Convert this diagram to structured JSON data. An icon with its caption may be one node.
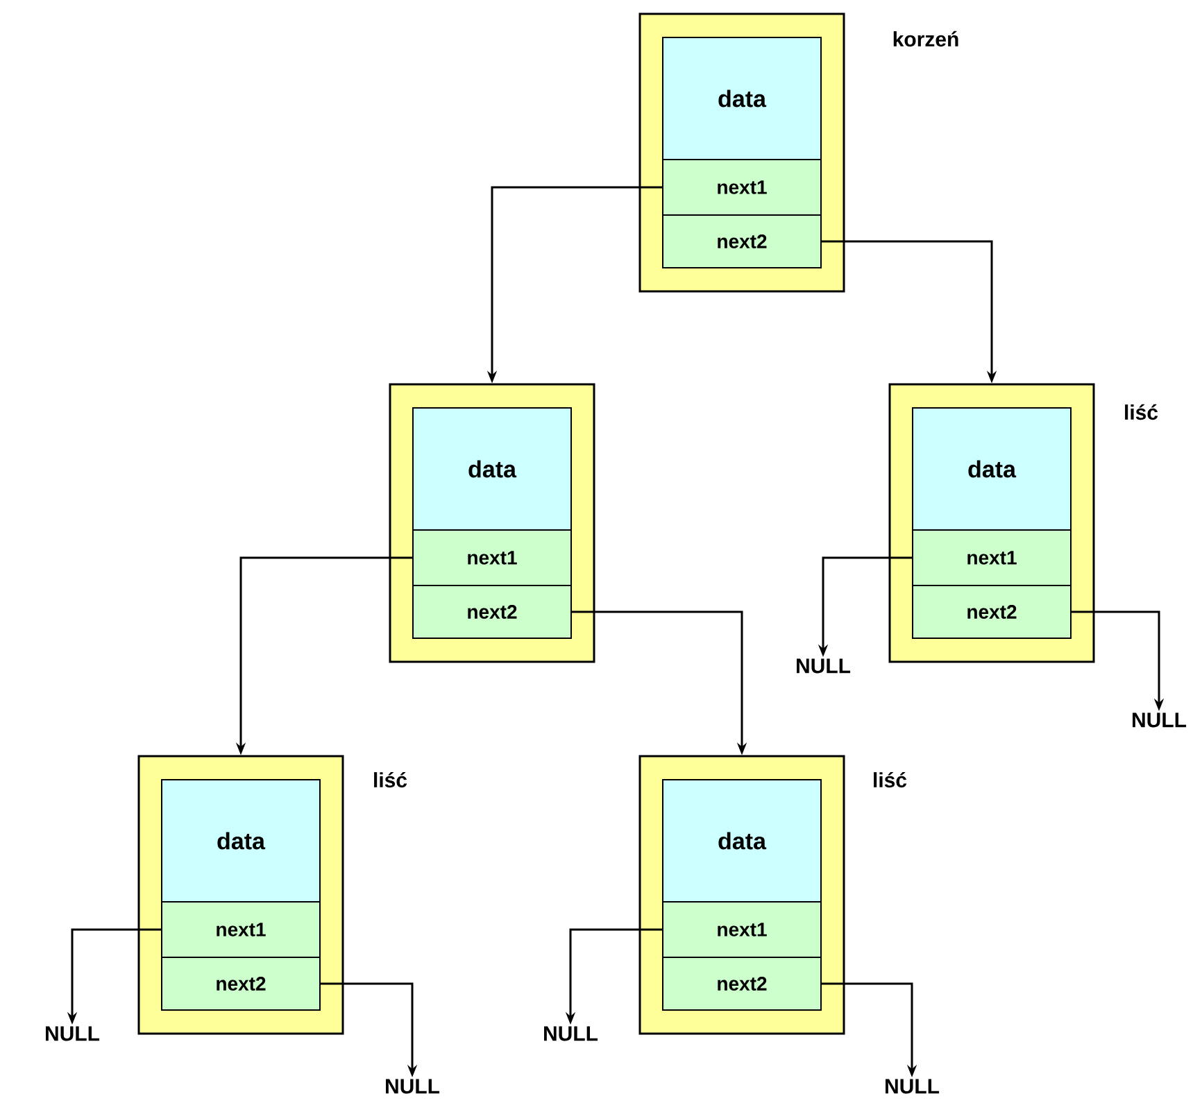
{
  "diagram": {
    "nodes": [
      {
        "text": [
          "korzeń"
        ]
      },
      {
        "text": [
          "data"
        ],
        "in": 0
      },
      {
        "text": [
          "next1"
        ],
        "in": 0
      },
      {
        "text": [
          "next2"
        ],
        "in": 0
      },
      {
        "text": [],
        "shape": "box"
      },
      {
        "text": [
          "data"
        ],
        "in": 4
      },
      {
        "text": [
          "next1"
        ],
        "in": 4
      },
      {
        "text": [
          "next2"
        ],
        "in": 4
      },
      {
        "text": [
          "liść"
        ]
      },
      {
        "text": [
          "data"
        ],
        "in": 8
      },
      {
        "text": [
          "next1"
        ],
        "in": 8
      },
      {
        "text": [
          "next2"
        ],
        "in": 8
      },
      {
        "text": [
          "liść"
        ]
      },
      {
        "text": [
          "data"
        ],
        "in": 12
      },
      {
        "text": [
          "next1"
        ],
        "in": 12
      },
      {
        "text": [
          "next2"
        ],
        "in": 12
      },
      {
        "text": [
          "liść"
        ]
      },
      {
        "text": [
          "data"
        ],
        "in": 16
      },
      {
        "text": [
          "next1"
        ],
        "in": 16
      },
      {
        "text": [
          "next2"
        ],
        "in": 16
      },
      {
        "text": [
          "NULL"
        ]
      },
      {
        "text": [
          "NULL"
        ]
      },
      {
        "text": [
          "NULL"
        ]
      },
      {
        "text": [
          "NULL"
        ]
      },
      {
        "text": [
          "NULL"
        ]
      },
      {
        "text": [
          "NULL"
        ]
      }
    ],
    "edges": [
      {
        "from": 2,
        "to": 4,
        "arrow": "to"
      },
      {
        "from": 3,
        "to": 8,
        "arrow": "to"
      },
      {
        "from": 6,
        "to": 12,
        "arrow": "to"
      },
      {
        "from": 7,
        "to": 16,
        "arrow": "to"
      },
      {
        "from": 10,
        "to": 20,
        "arrow": "to"
      },
      {
        "from": 11,
        "to": 21,
        "arrow": "to"
      },
      {
        "from": 14,
        "to": 22,
        "arrow": "to"
      },
      {
        "from": 15,
        "to": 23,
        "arrow": "to"
      },
      {
        "from": 18,
        "to": 24,
        "arrow": "to"
      },
      {
        "from": 19,
        "to": 25,
        "arrow": "to"
      }
    ]
  }
}
